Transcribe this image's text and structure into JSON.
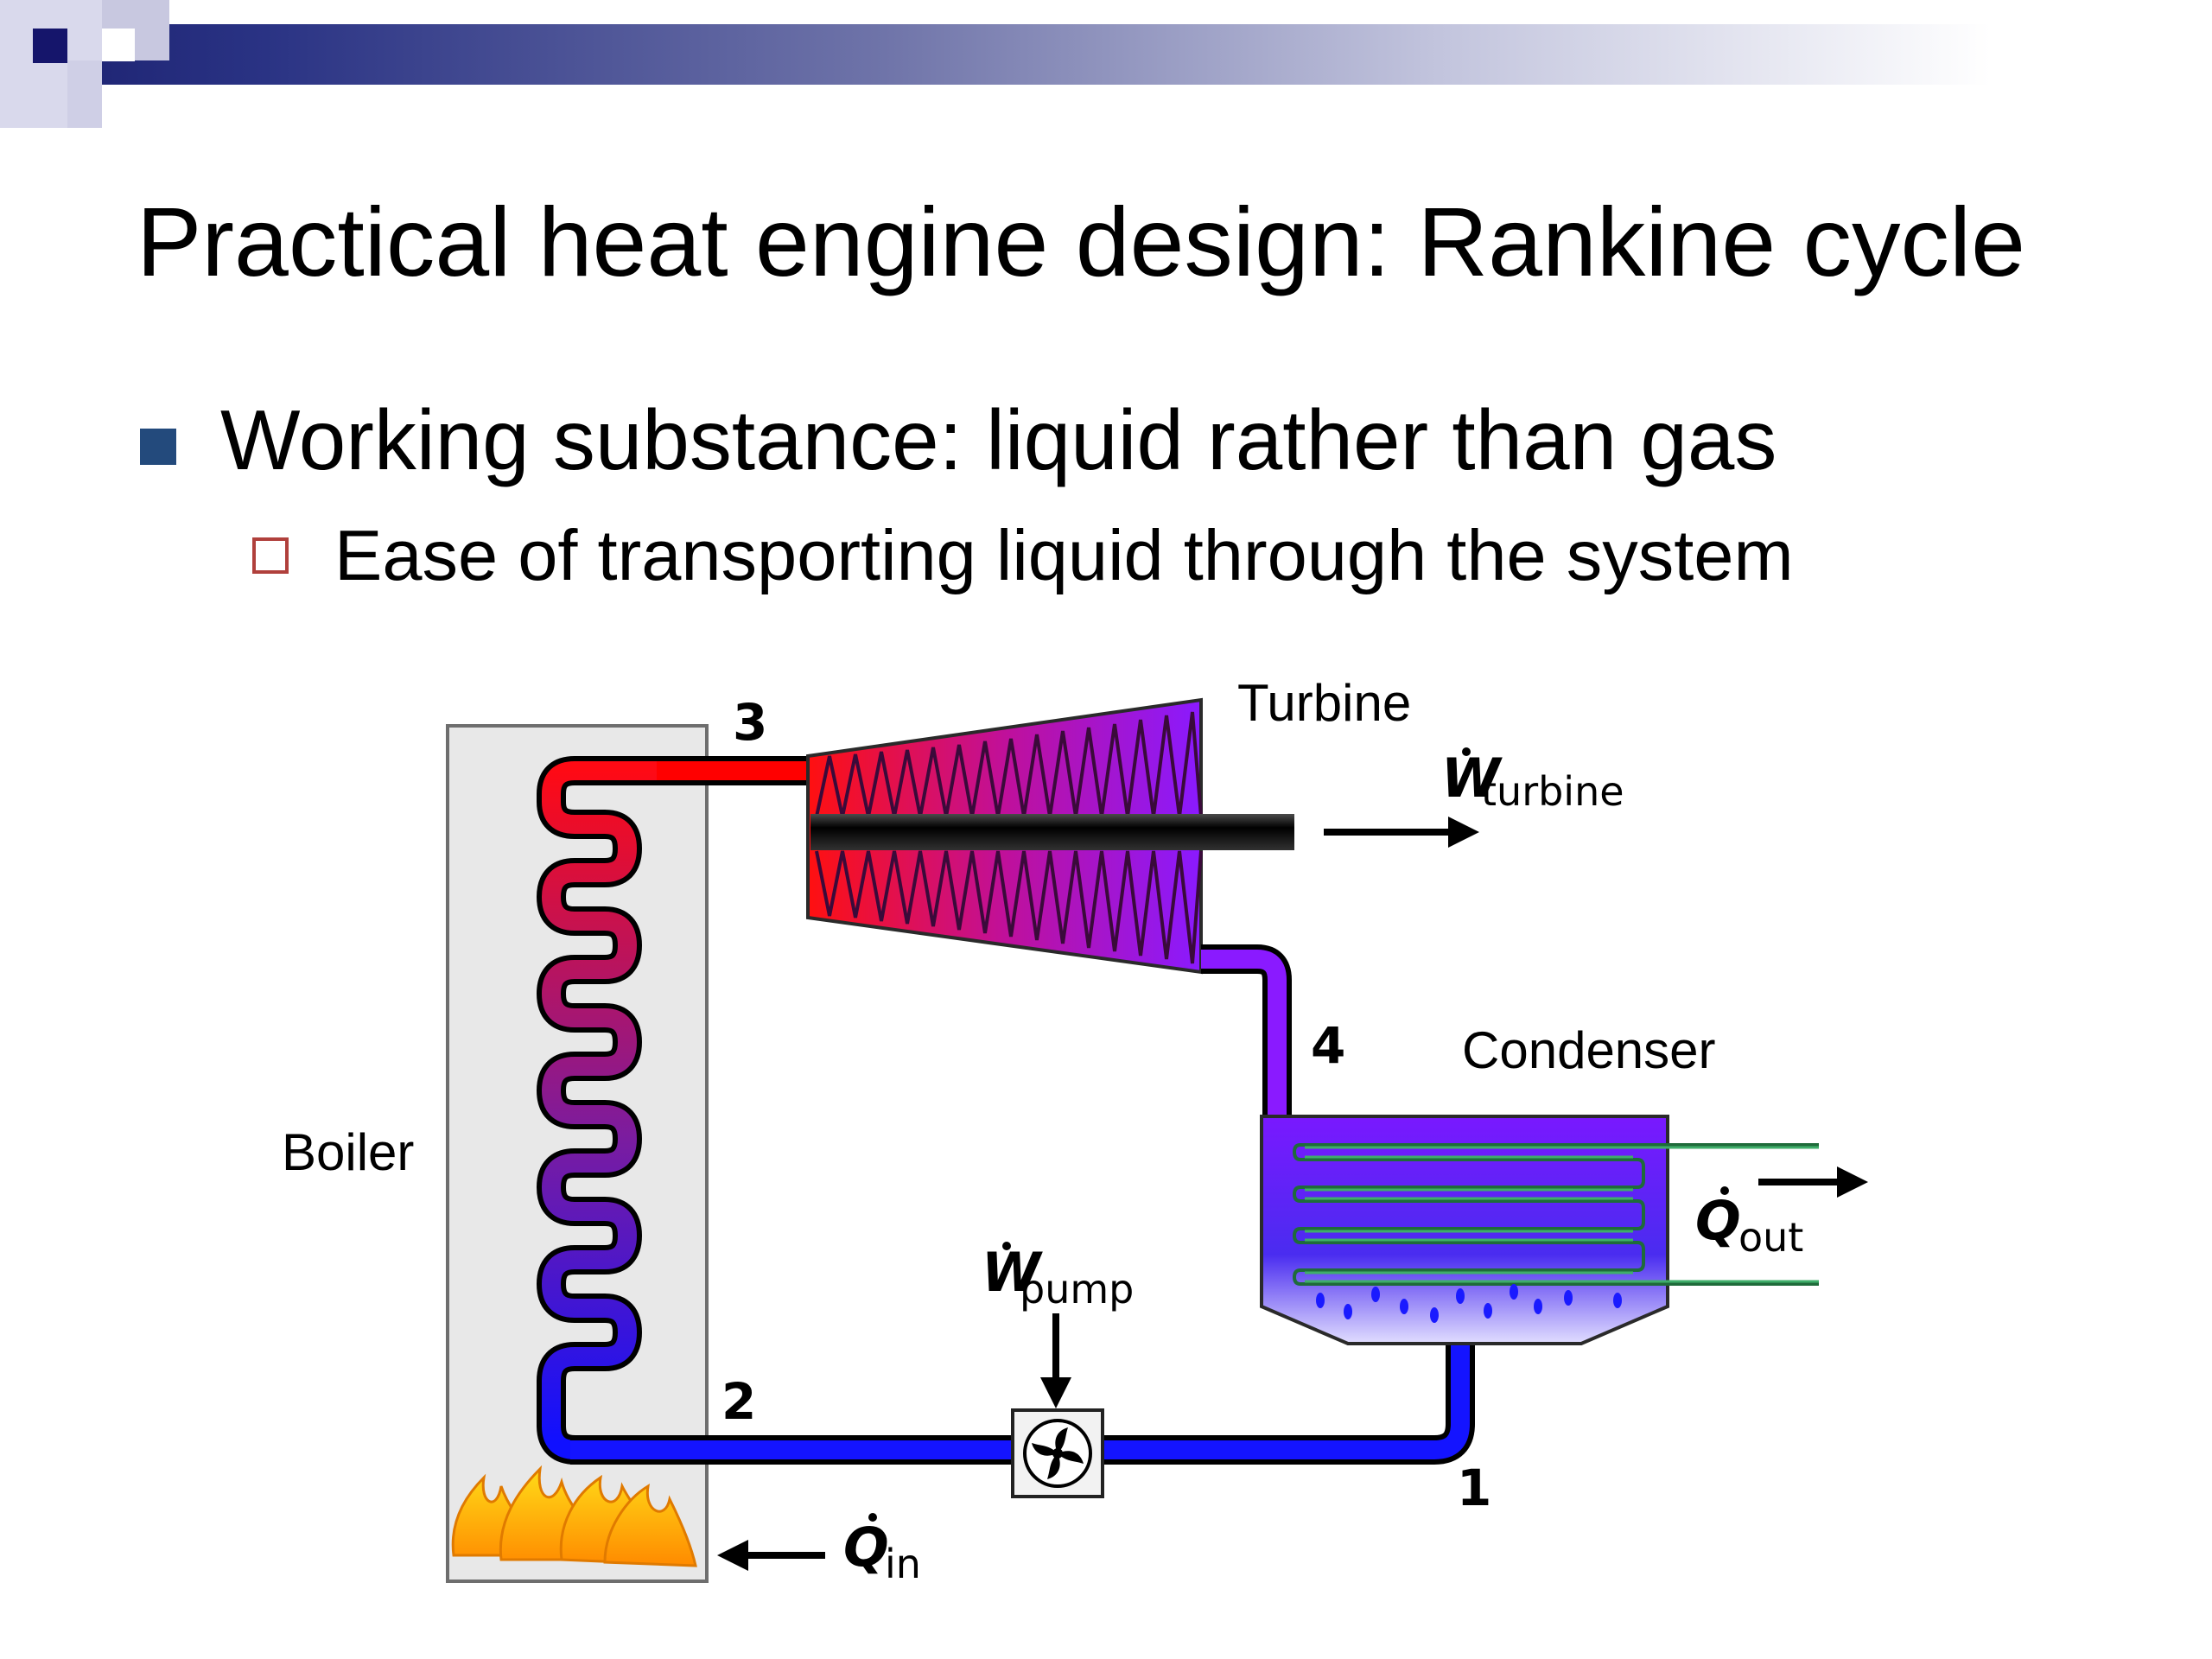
{
  "slide": {
    "title": "Practical heat engine design: Rankine cycle",
    "bullets": [
      {
        "level": 1,
        "text": "Working substance: liquid rather than gas"
      },
      {
        "level": 2,
        "text": "Ease of transporting liquid through the system"
      }
    ]
  },
  "diagram": {
    "components": {
      "turbine": "Turbine",
      "condenser": "Condenser",
      "boiler": "Boiler"
    },
    "states": [
      "1",
      "2",
      "3",
      "4"
    ],
    "energy_flows": {
      "w_turbine": {
        "symbol": "W",
        "subscript": "turbine"
      },
      "w_pump": {
        "symbol": "W",
        "subscript": "pump"
      },
      "q_in": {
        "symbol": "Q",
        "subscript": "in"
      },
      "q_out": {
        "symbol": "Q",
        "subscript": "out"
      }
    },
    "colors": {
      "hot": "#ff0000",
      "cold": "#0000ff",
      "mid": "#8000ff",
      "condenser_coil": "#2f8f57",
      "boiler_box": "#e8e8e8"
    }
  }
}
